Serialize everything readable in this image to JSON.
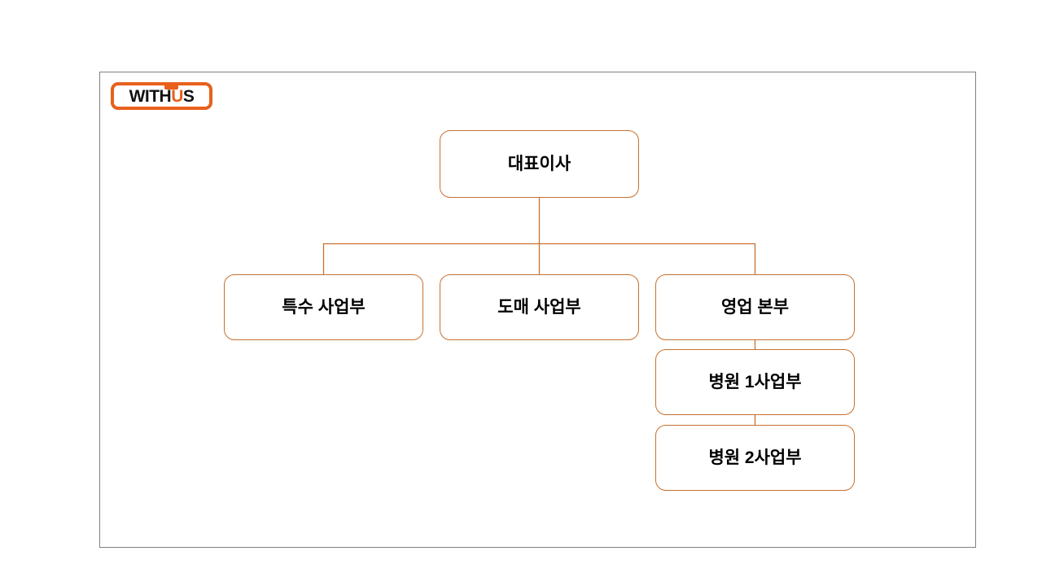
{
  "slide": {
    "background_color": "#ffffff",
    "frame_border_color": "#7f7f7f"
  },
  "logo": {
    "text_before": "WITH",
    "text_u": "U",
    "text_after": "S",
    "full_text": "WITHUS",
    "border_color": "#E8601C",
    "text_color": "#111111",
    "accent_color": "#E8601C"
  },
  "chart": {
    "type": "org-chart",
    "line_color": "#C8712F",
    "box_border_color": "#C8712F",
    "box_fill_color": "#ffffff",
    "label_color": "#000000",
    "nodes": [
      {
        "id": "ceo",
        "label": "대표이사",
        "level": 0,
        "parent": null
      },
      {
        "id": "special",
        "label": "특수 사업부",
        "level": 1,
        "parent": "ceo"
      },
      {
        "id": "wholesale",
        "label": "도매 사업부",
        "level": 1,
        "parent": "ceo"
      },
      {
        "id": "sales-hq",
        "label": "영업 본부",
        "level": 1,
        "parent": "ceo"
      },
      {
        "id": "hospital-1",
        "label": "병원 1사업부",
        "level": 2,
        "parent": "sales-hq"
      },
      {
        "id": "hospital-2",
        "label": "병원 2사업부",
        "level": 3,
        "parent": "hospital-1"
      }
    ]
  }
}
